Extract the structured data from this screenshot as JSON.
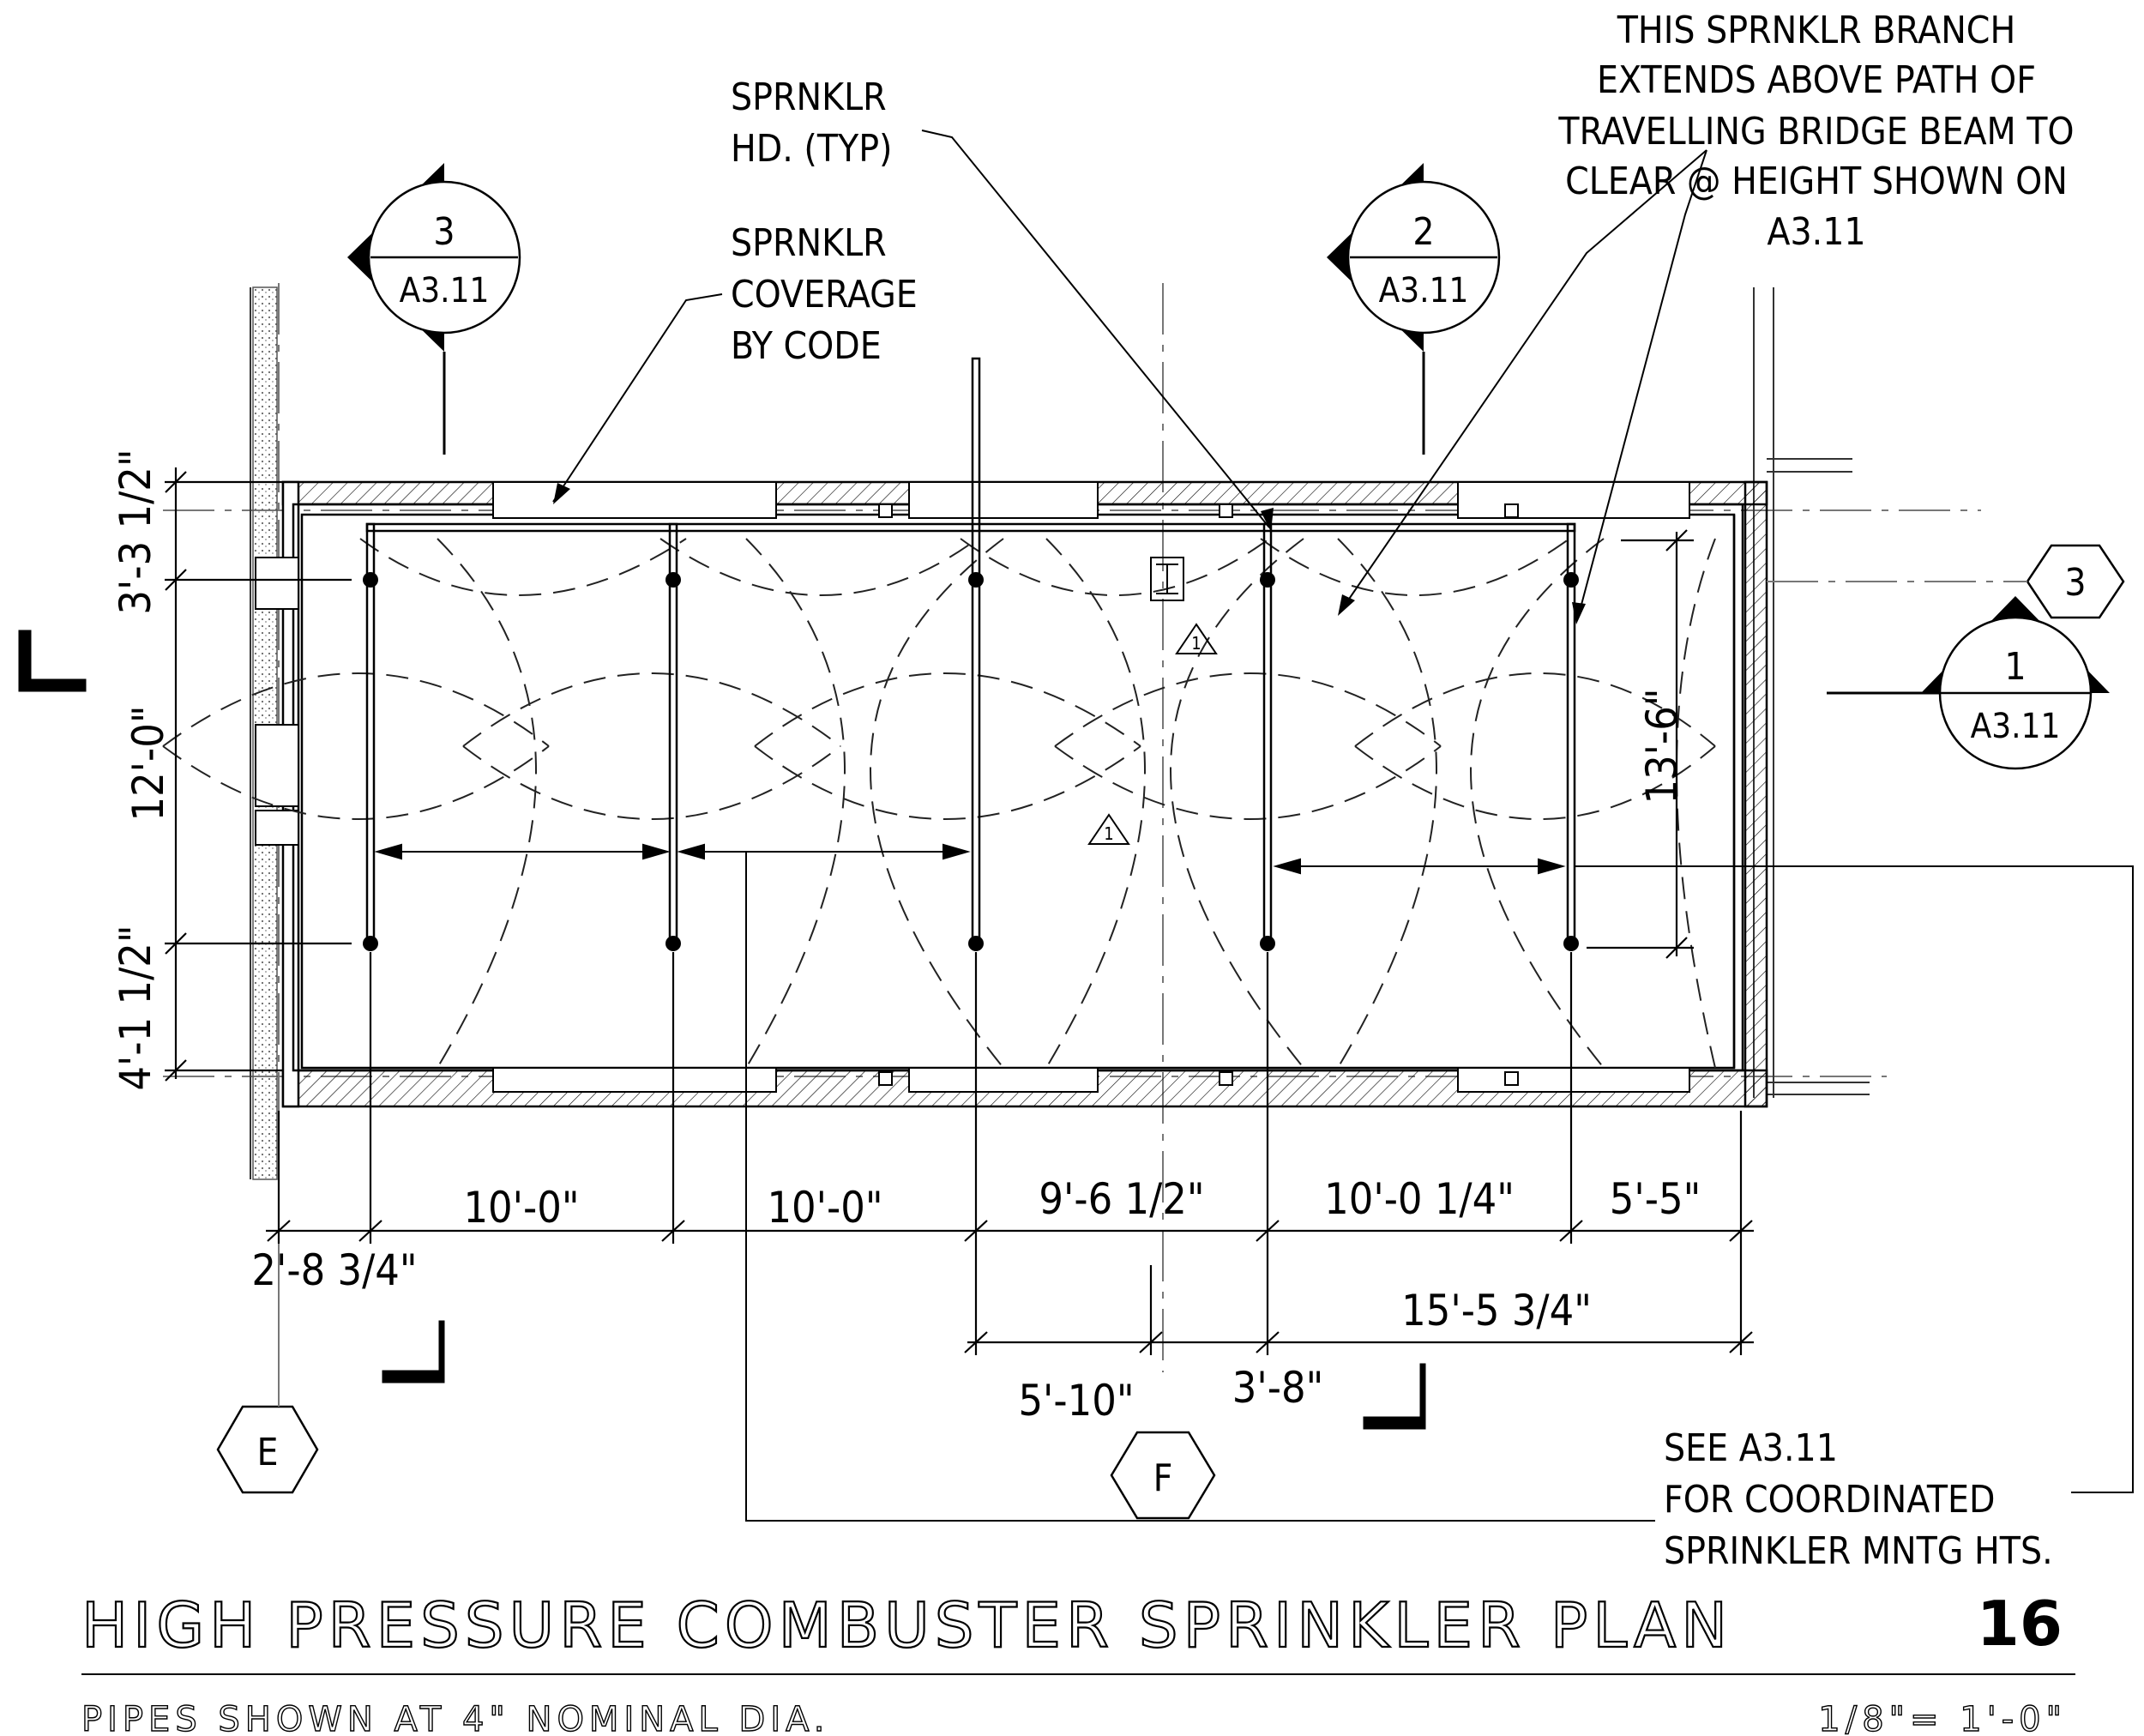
{
  "drawing": {
    "title": "HIGH PRESSURE COMBUSTER SPRINKLER PLAN",
    "sheet_number": "16",
    "note_pipes": "PIPES SHOWN AT 4\" NOMINAL DIA.",
    "scale": "1/8\"= 1'-0\""
  },
  "callouts": {
    "sprinkler_head": [
      "SPRNKLR",
      "HD. (TYP)"
    ],
    "coverage": [
      "SPRNKLR",
      "COVERAGE",
      "BY CODE"
    ],
    "branch_note": [
      "THIS SPRNKLR BRANCH",
      "EXTENDS ABOVE PATH OF",
      "TRAVELLING BRIDGE BEAM TO",
      "CLEAR @ HEIGHT SHOWN ON",
      "A3.11"
    ],
    "see_note": [
      "SEE A3.11",
      "FOR COORDINATED",
      "SPRINKLER MNTG HTS."
    ]
  },
  "section_markers": [
    {
      "number": "3",
      "sheet": "A3.11"
    },
    {
      "number": "2",
      "sheet": "A3.11"
    },
    {
      "number": "1",
      "sheet": "A3.11"
    }
  ],
  "grid_tags": [
    "E",
    "F",
    "3"
  ],
  "revision_tag": "1",
  "dimensions": {
    "horizontal": [
      "2'-8 3/4\"",
      "10'-0\"",
      "10'-0\"",
      "9'-6 1/2\"",
      "10'-0 1/4\"",
      "5'-5\""
    ],
    "lower": [
      "5'-10\"",
      "3'-8\"",
      "15'-5 3/4\""
    ],
    "vertical_left": [
      "3'-3 1/2\"",
      "12'-0\"",
      "4'-1 1/2\""
    ],
    "vertical_right": "13'-6\""
  }
}
